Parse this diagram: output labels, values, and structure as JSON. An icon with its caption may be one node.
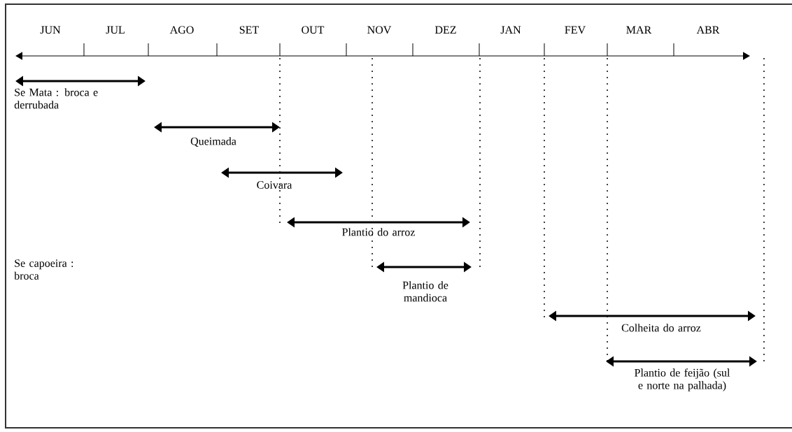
{
  "diagram": {
    "labels": [
      "JUN",
      "JUL",
      "AGO",
      "SET",
      "OUT",
      "NOV",
      "DEZ",
      "JAN",
      "FEV",
      "MAR",
      "ABR",
      "Se Mata : broca e derrubada",
      "Queimada",
      "Coivara",
      "Plantio do arroz",
      "Se capoeira : broca",
      "Plantio de mandioca",
      "Colheita do arroz",
      "Plantio de feijão (sul e norte na palhada)"
    ]
  }
}
